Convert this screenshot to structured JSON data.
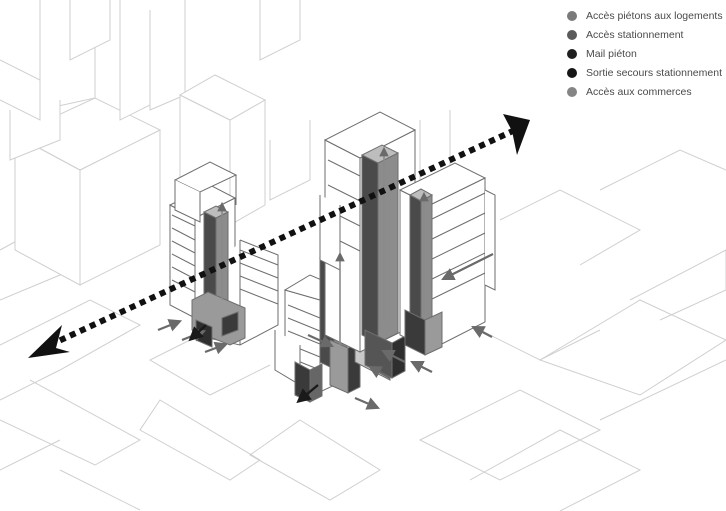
{
  "legend": {
    "items": [
      {
        "label": "Accès piétons aux logements",
        "color": "#7a7a7a"
      },
      {
        "label": "Accès stationnement",
        "color": "#5a5a5a"
      },
      {
        "label": "Mail piéton",
        "color": "#1f1f1f"
      },
      {
        "label": "Sortie secours stationnement",
        "color": "#161616"
      },
      {
        "label": "Accès aux commerces",
        "color": "#858585"
      }
    ]
  },
  "colors": {
    "line": "#c9c9c9",
    "building_line": "#6e6e6e",
    "core_dark": "#4a4a4a",
    "core_mid": "#8c8c8c",
    "mall_arrow": "#111111"
  }
}
